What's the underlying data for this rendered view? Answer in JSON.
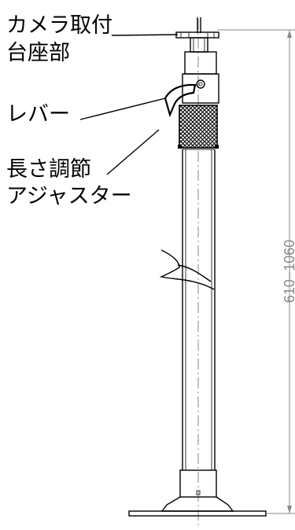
{
  "labels": {
    "camera_mount_line1": "カメラ取付",
    "camera_mount_line2": "台座部",
    "lever": "レバー",
    "adjuster_line1": "長さ調節",
    "adjuster_line2": "アジャスター"
  },
  "dimension": {
    "text": "610−1060"
  }
}
